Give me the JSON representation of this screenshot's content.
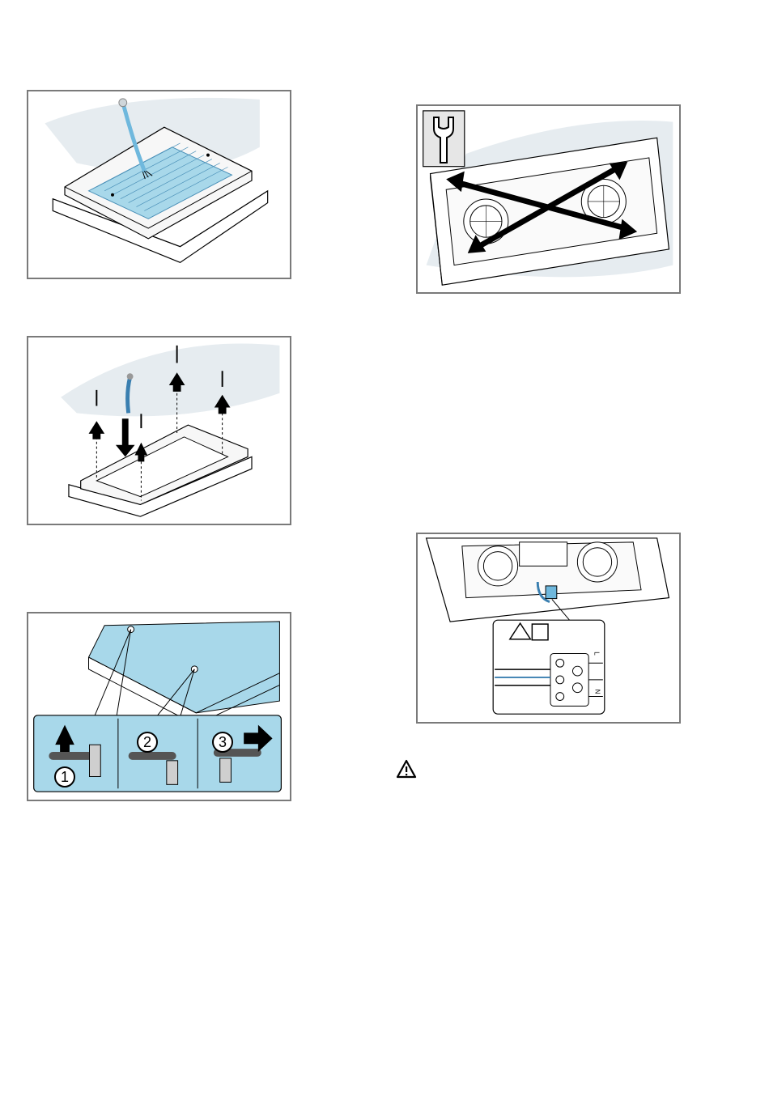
{
  "figures": [
    {
      "id": "fig1",
      "depicts": "filter-module-with-cable"
    },
    {
      "id": "fig2",
      "depicts": "screw-removal-arrows"
    },
    {
      "id": "fig3",
      "depicts": "wrench-steps"
    },
    {
      "id": "fig4",
      "depicts": "diagonal-fan-unit"
    },
    {
      "id": "fig5",
      "depicts": "electrical-connection-terminal"
    }
  ],
  "step_labels": [
    "1",
    "2",
    "3"
  ],
  "terminal_marks": [
    "L",
    "N"
  ],
  "colors": {
    "frame": "#7a7a7a",
    "light_blue": "#a8d8ea",
    "mid_blue": "#6fb8dd",
    "shadow": "#e6ecf0",
    "line": "#000000"
  },
  "icons": [
    "wrench-icon",
    "warning-icon",
    "manual-icon"
  ]
}
